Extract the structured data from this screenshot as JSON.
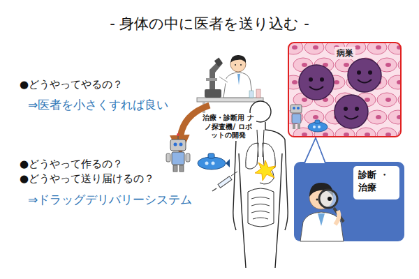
{
  "diagram": {
    "title": "- 身体の中に医者を送り込む -",
    "nodes": [
      {
        "text": [
          "病巣"
        ]
      },
      {
        "text": [
          "診断 ・治療"
        ]
      }
    ],
    "labels": [
      "●どうやってやるの？",
      "⇒医者を小さくすれば良い",
      "●どうやって作るの？",
      "●どうやって送り届けるの？",
      "⇒ドラッグデリバリーシステム",
      "治療・診断用 ナノ探査機/ ロボットの開発"
    ]
  }
}
